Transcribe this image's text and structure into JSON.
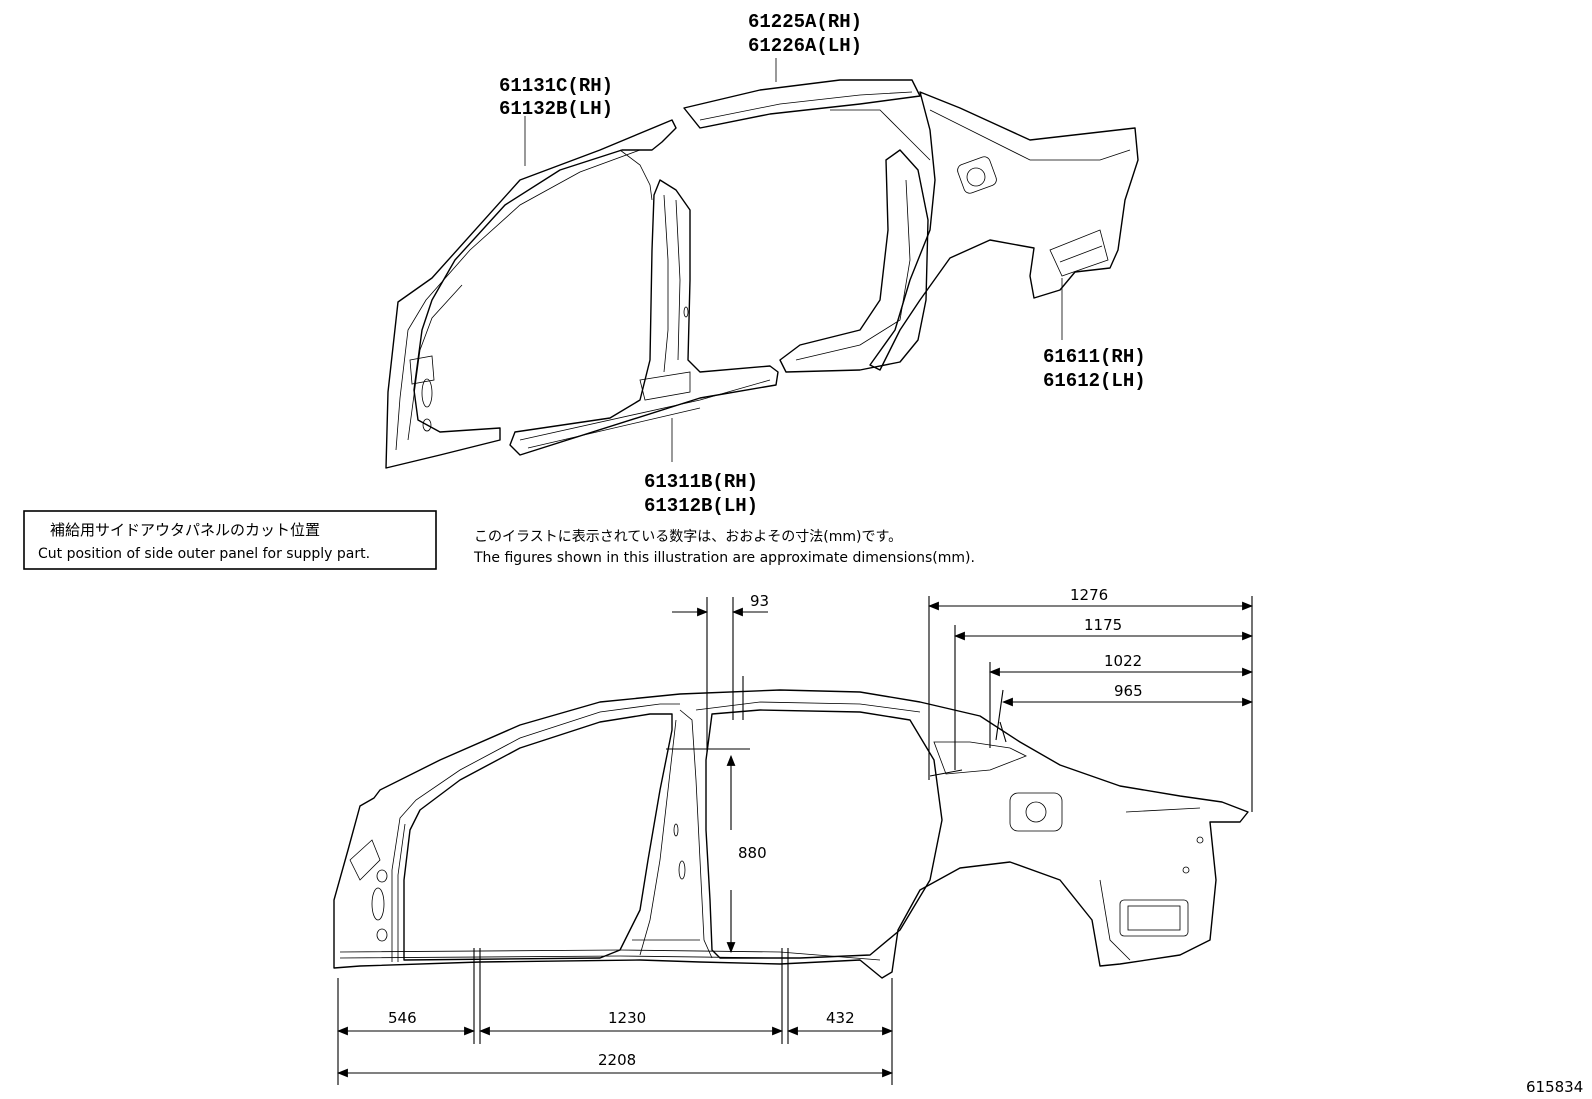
{
  "parts": [
    {
      "id": "roof-side",
      "rh": "61225A(RH)",
      "lh": "61226A(LH)"
    },
    {
      "id": "front-pillar",
      "rh": "61131C(RH)",
      "lh": "61132B(LH)"
    },
    {
      "id": "quarter-panel",
      "rh": "61611(RH)",
      "lh": "61612(LH)"
    },
    {
      "id": "rocker",
      "rh": "61311B(RH)",
      "lh": "61312B(LH)"
    }
  ],
  "notice_box": {
    "jp": "補給用サイドアウタパネルのカット位置",
    "en": "Cut position of side outer panel for supply part."
  },
  "note": {
    "jp": "このイラストに表示されている数字は、おおよその寸法(mm)です。",
    "en": "The figures shown in this illustration are approximate dimensions(mm)."
  },
  "dimensions": {
    "top_93": "93",
    "r_1276": "1276",
    "r_1175": "1175",
    "r_1022": "1022",
    "r_965": "965",
    "v_880": "880",
    "b_546": "546",
    "b_1230": "1230",
    "b_432": "432",
    "b_2208": "2208"
  },
  "diagram_code": "615834"
}
